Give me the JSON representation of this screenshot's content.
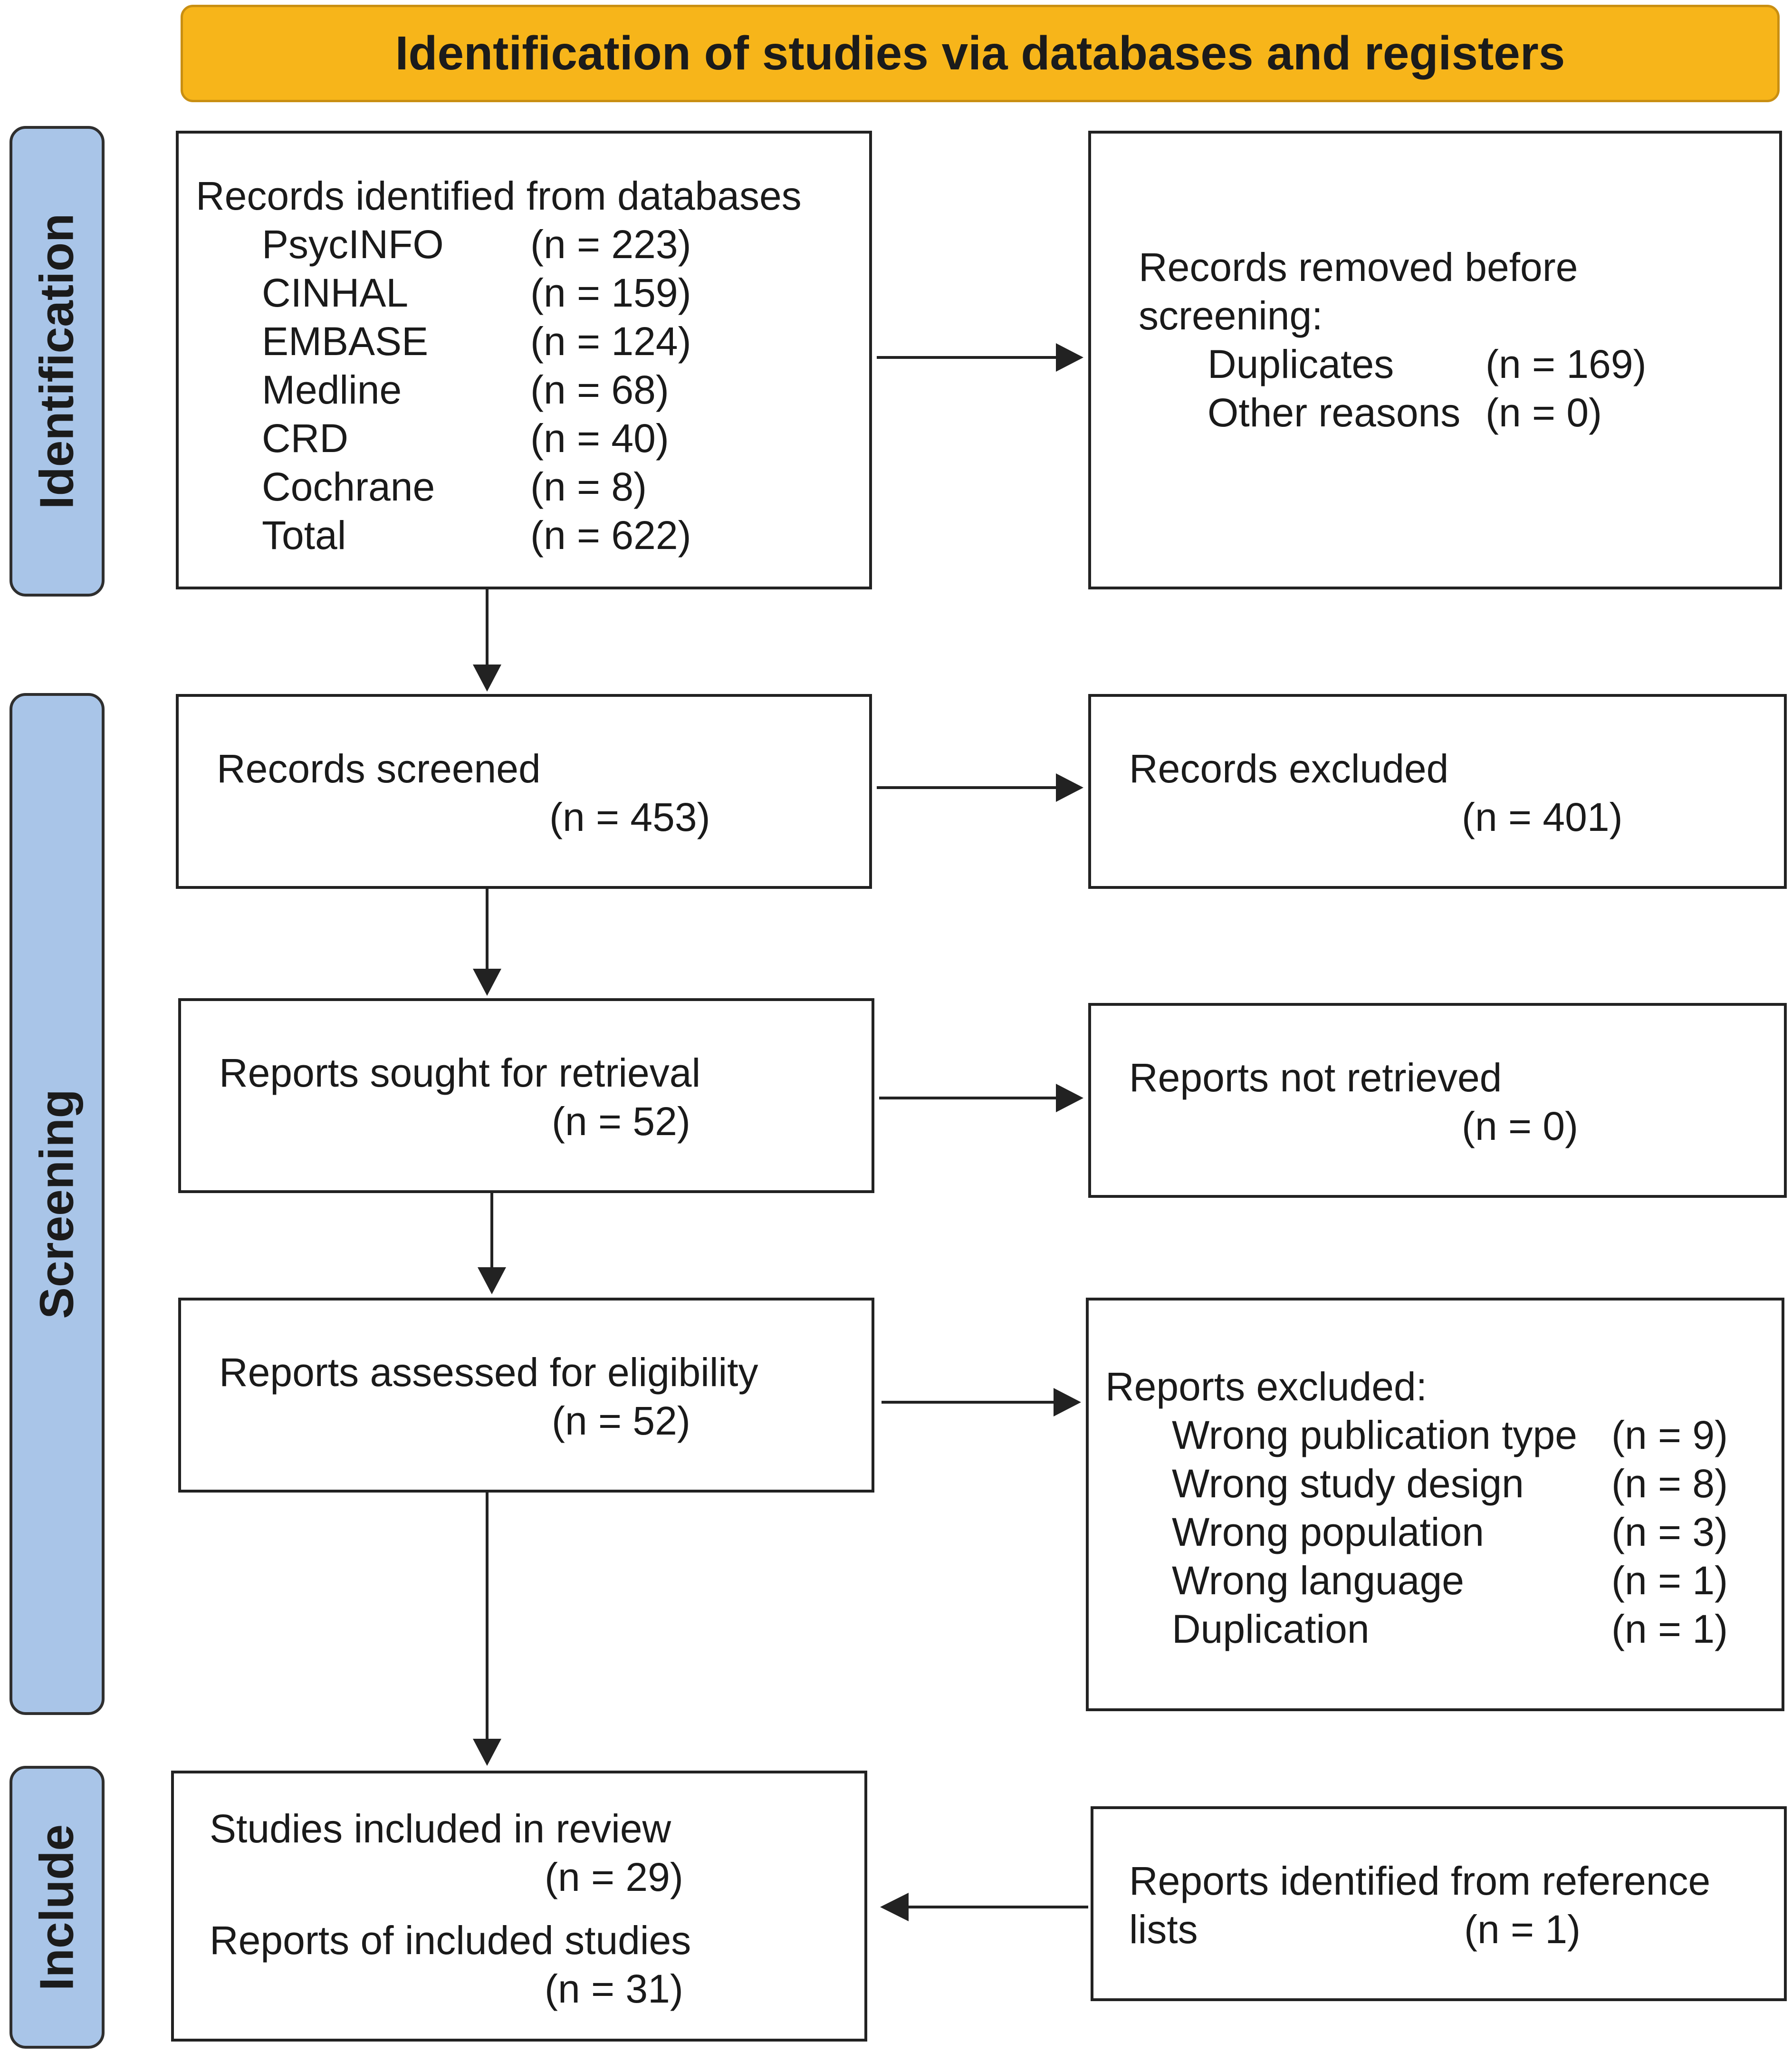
{
  "header": "Identification of studies via databases and registers",
  "stages": {
    "identification": "Identification",
    "screening": "Screening",
    "include": "Include"
  },
  "records_identified": {
    "title": "Records identified from databases",
    "sources": [
      {
        "name": "PsycINFO",
        "n": "(n = 223)"
      },
      {
        "name": "CINHAL",
        "n": "(n = 159)"
      },
      {
        "name": "EMBASE",
        "n": "(n = 124)"
      },
      {
        "name": "Medline",
        "n": "(n = 68)"
      },
      {
        "name": "CRD",
        "n": "(n = 40)"
      },
      {
        "name": "Cochrane",
        "n": "(n = 8)"
      },
      {
        "name": "Total",
        "n": "(n = 622)"
      }
    ]
  },
  "records_removed": {
    "title_line1": "Records removed before",
    "title_line2": "screening:",
    "items": [
      {
        "name": "Duplicates",
        "n": "(n = 169)"
      },
      {
        "name": "Other reasons",
        "n": "(n = 0)"
      }
    ]
  },
  "records_screened": {
    "title": "Records screened",
    "n": "(n = 453)"
  },
  "records_excluded": {
    "title": "Records excluded",
    "n": "(n = 401)"
  },
  "reports_sought": {
    "title": "Reports sought for retrieval",
    "n": "(n = 52)"
  },
  "reports_not_retrieved": {
    "title": "Reports not retrieved",
    "n": "(n = 0)"
  },
  "reports_assessed": {
    "title": "Reports assessed for eligibility",
    "n": "(n = 52)"
  },
  "reports_excluded": {
    "title": "Reports excluded:",
    "items": [
      {
        "name": "Wrong publication type",
        "n": "(n = 9)"
      },
      {
        "name": "Wrong study design",
        "n": "(n = 8)"
      },
      {
        "name": "Wrong population",
        "n": "(n = 3)"
      },
      {
        "name": "Wrong language",
        "n": "(n = 1)"
      },
      {
        "name": "Duplication",
        "n": "(n = 1)"
      }
    ]
  },
  "included": {
    "studies_title": "Studies included in review",
    "studies_n": "(n = 29)",
    "reports_title": "Reports of included studies",
    "reports_n": "(n = 31)"
  },
  "reference_lists": {
    "title_line1": "Reports identified from reference",
    "title_line2": "lists",
    "n": "(n = 1)"
  }
}
